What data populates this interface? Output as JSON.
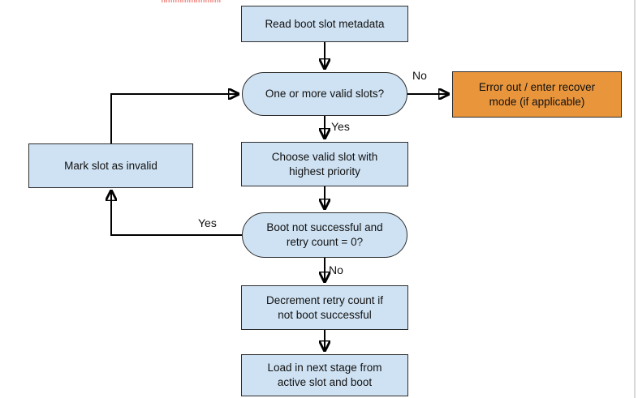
{
  "colors": {
    "background": "#ffffff",
    "node_fill_blue": "#cfe2f3",
    "node_fill_orange": "#e8953c",
    "node_border": "#2d2d2d",
    "arrow": "#000000",
    "text": "#111111",
    "top_artifact_red": "#f2948e",
    "right_edge_line": "#d8d8d8"
  },
  "flowchart": {
    "nodes": {
      "read_metadata": {
        "type": "process",
        "label": "Read boot slot metadata"
      },
      "valid_slots": {
        "type": "decision",
        "label": "One or more valid slots?"
      },
      "error_recover": {
        "type": "error",
        "label": "Error out / enter recover\nmode (if applicable)"
      },
      "choose_slot": {
        "type": "process",
        "label": "Choose valid slot with\nhighest priority"
      },
      "boot_retry_check": {
        "type": "decision",
        "label": "Boot not successful and\nretry count = 0?"
      },
      "mark_invalid": {
        "type": "process",
        "label": "Mark slot as invalid"
      },
      "decrement_retry": {
        "type": "process",
        "label": "Decrement retry count if\nnot boot successful"
      },
      "load_next_stage": {
        "type": "process",
        "label": "Load in next stage from\nactive slot and boot"
      }
    },
    "edge_labels": {
      "valid_slots_no": "No",
      "valid_slots_yes": "Yes",
      "boot_check_yes": "Yes",
      "boot_check_no": "No"
    }
  }
}
